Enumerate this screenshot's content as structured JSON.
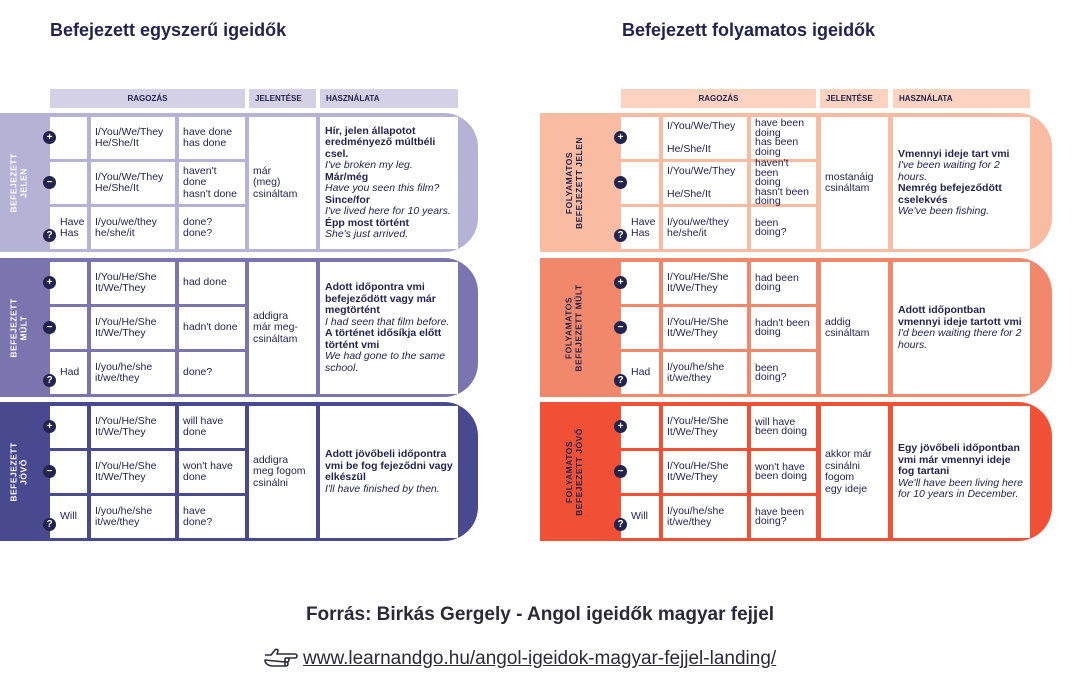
{
  "left": {
    "title": "Befejezett egyszerű igeidők",
    "headers": {
      "ragozas": "RAGOZÁS",
      "jelentese": "JELENTÉSE",
      "hasznalata": "HASZNÁLATA"
    },
    "colors": {
      "header": "#d4d1e7",
      "panels": [
        "#b6b2d6",
        "#7c74ae",
        "#49498f"
      ]
    },
    "panels": [
      {
        "label": "BEFEJEZETT\nJELEN",
        "rows": [
          {
            "sign": "+",
            "aux": "",
            "subj": "I/You/We/They\nHe/She/It",
            "form": "have done\nhas done"
          },
          {
            "sign": "−",
            "aux": "",
            "subj": "I/You/We/They\nHe/She/It",
            "form": "haven't done\nhasn't done"
          },
          {
            "sign": "?",
            "aux": "Have\nHas",
            "subj": "I/you/we/they\nhe/she/it",
            "form": "done?\ndone?"
          }
        ],
        "meaning": "már\n(meg)\ncsináltam",
        "usage": [
          {
            "t": "Hír, jelen állapotot eredményező múltbéli csel.",
            "s": "b"
          },
          {
            "t": "I've broken my leg.",
            "s": "i"
          },
          {
            "t": "Már/még",
            "s": "b"
          },
          {
            "t": "Have you seen this film?",
            "s": "i"
          },
          {
            "t": "Since/for",
            "s": "b"
          },
          {
            "t": "I've lived here for 10 years.",
            "s": "i"
          },
          {
            "t": "Épp most történt",
            "s": "b"
          },
          {
            "t": "She's just arrived.",
            "s": "i"
          }
        ]
      },
      {
        "label": "BEFEJEZETT\nMÚLT",
        "rows": [
          {
            "sign": "+",
            "aux": "",
            "subj": "I/You/He/She\nIt/We/They",
            "form": "had done"
          },
          {
            "sign": "−",
            "aux": "",
            "subj": "I/You/He/She\nIt/We/They",
            "form": "hadn't done"
          },
          {
            "sign": "?",
            "aux": "Had",
            "subj": "I/you/he/she\nit/we/they",
            "form": "done?"
          }
        ],
        "meaning": "addigra\nmár meg-\ncsináltam",
        "usage": [
          {
            "t": "Adott időpontra vmi befejeződött vagy már megtörtént",
            "s": "b"
          },
          {
            "t": "I had seen that film before.",
            "s": "i"
          },
          {
            "t": "A történet idősíkja előtt történt vmi",
            "s": "b"
          },
          {
            "t": "We had gone to the same school.",
            "s": "i"
          }
        ]
      },
      {
        "label": "BEFEJEZETT\nJÖVŐ",
        "rows": [
          {
            "sign": "+",
            "aux": "",
            "subj": "I/You/He/She\nIt/We/They",
            "form": "will have\ndone"
          },
          {
            "sign": "−",
            "aux": "",
            "subj": "I/You/He/She\nIt/We/They",
            "form": "won't have\ndone"
          },
          {
            "sign": "?",
            "aux": "Will",
            "subj": "I/you/he/she\nit/we/they",
            "form": "have\ndone?"
          }
        ],
        "meaning": "addigra\nmeg fogom\ncsinálni",
        "usage": [
          {
            "t": "Adott jövőbeli időpontra vmi be fog fejeződni vagy elkészül",
            "s": "b"
          },
          {
            "t": "I'll have finished by then.",
            "s": "i"
          }
        ]
      }
    ]
  },
  "right": {
    "title": "Befejezett folyamatos igeidők",
    "headers": {
      "ragozas": "RAGOZÁS",
      "jelentese": "JELENTÉSE",
      "hasznalata": "HASZNÁLATA"
    },
    "colors": {
      "header": "#fcd2c0",
      "panels": [
        "#f9bba2",
        "#f2886b",
        "#ef5036"
      ]
    },
    "panels": [
      {
        "label": "FOLYAMATOS\nBEFEJEZETT JELEN",
        "rows": [
          {
            "sign": "+",
            "aux": "",
            "subj": "I/You/We/They\n\nHe/She/It",
            "form": "have been\ndoing\nhas been\ndoing"
          },
          {
            "sign": "−",
            "aux": "",
            "subj": "I/You/We/They\n\nHe/She/It",
            "form": "haven't been\ndoing\nhasn't been\ndoing"
          },
          {
            "sign": "?",
            "aux": "Have\nHas",
            "subj": "I/you/we/they\nhe/she/it",
            "form": "been doing?"
          }
        ],
        "meaning": "mostanáig\ncsináltam",
        "usage": [
          {
            "t": "Vmennyi ideje tart vmi",
            "s": "b"
          },
          {
            "t": "I've been waiting for 2 hours.",
            "s": "i"
          },
          {
            "t": "Nemrég befejeződött cselekvés",
            "s": "b"
          },
          {
            "t": "We've been fishing.",
            "s": "i"
          }
        ]
      },
      {
        "label": "FOLYAMATOS\nBEFEJEZETT MÚLT",
        "rows": [
          {
            "sign": "+",
            "aux": "",
            "subj": "I/You/He/She\nIt/We/They",
            "form": "had been\ndoing"
          },
          {
            "sign": "−",
            "aux": "",
            "subj": "I/You/He/She\nIt/We/They",
            "form": "hadn't been\ndoing"
          },
          {
            "sign": "?",
            "aux": "Had",
            "subj": "I/you/he/she\nit/we/they",
            "form": "been doing?"
          }
        ],
        "meaning": "addig\ncsináltam",
        "usage": [
          {
            "t": "Adott időpontban vmennyi ideje tartott vmi",
            "s": "b"
          },
          {
            "t": "I'd been waiting there for 2 hours.",
            "s": "i"
          }
        ]
      },
      {
        "label": "FOLYAMATOS\nBEFEJEZETT JÖVŐ",
        "rows": [
          {
            "sign": "+",
            "aux": "",
            "subj": "I/You/He/She\nIt/We/They",
            "form": "will have\nbeen doing"
          },
          {
            "sign": "−",
            "aux": "",
            "subj": "I/You/He/She\nIt/We/They",
            "form": "won't have\nbeen doing"
          },
          {
            "sign": "?",
            "aux": "Will",
            "subj": "I/you/he/she\nit/we/they",
            "form": "have been\ndoing?"
          }
        ],
        "meaning": "akkor már\ncsinálni\nfogom\negy ideje",
        "usage": [
          {
            "t": "Egy jövőbeli időpontban vmi már vmennyi ideje fog tartani",
            "s": "b"
          },
          {
            "t": "We'll have been living here for 10 years in December.",
            "s": "i"
          }
        ]
      }
    ]
  },
  "footer": {
    "source": "Forrás: Birkás Gergely - Angol igeidők magyar fejjel",
    "link": "www.learnandgo.hu/angol-igeidok-magyar-fejjel-landing/",
    "link_icon": "pointing-hand-icon"
  }
}
